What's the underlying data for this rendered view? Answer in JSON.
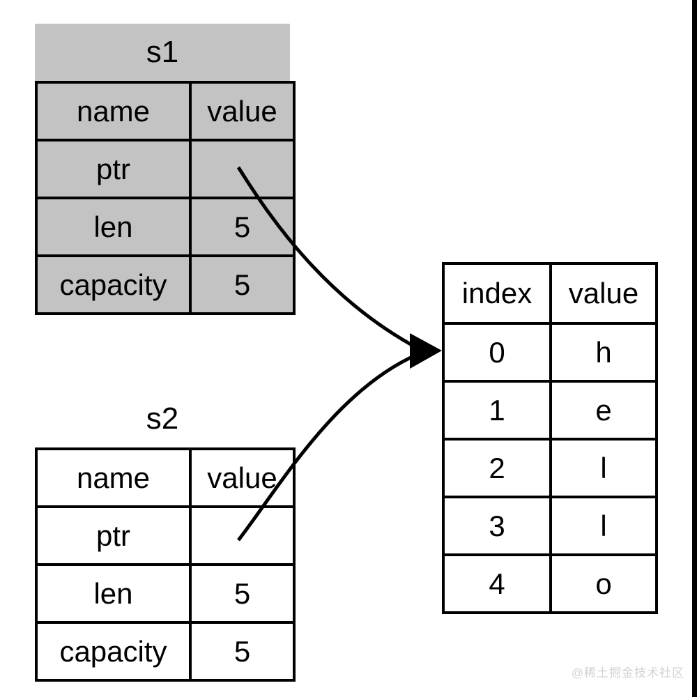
{
  "diagram": {
    "title_s1": "s1",
    "title_s2": "s2",
    "struct_header": {
      "name": "name",
      "value": "value"
    },
    "s1_rows": [
      {
        "name": "ptr",
        "value": ""
      },
      {
        "name": "len",
        "value": "5"
      },
      {
        "name": "capacity",
        "value": "5"
      }
    ],
    "s2_rows": [
      {
        "name": "ptr",
        "value": ""
      },
      {
        "name": "len",
        "value": "5"
      },
      {
        "name": "capacity",
        "value": "5"
      }
    ],
    "data_header": {
      "index": "index",
      "value": "value"
    },
    "data_rows": [
      {
        "index": "0",
        "value": "h"
      },
      {
        "index": "1",
        "value": "e"
      },
      {
        "index": "2",
        "value": "l"
      },
      {
        "index": "3",
        "value": "l"
      },
      {
        "index": "4",
        "value": "o"
      }
    ],
    "arrows": [
      {
        "id": "s1-ptr-to-heap",
        "from": "s1.ptr",
        "to": "data-row-0"
      },
      {
        "id": "s2-ptr-to-heap",
        "from": "s2.ptr",
        "to": "data-row-0"
      }
    ],
    "colors": {
      "shaded_fill": "#c3c3c3",
      "plain_fill": "#ffffff",
      "stroke": "#000000",
      "watermark": "#d2d2d2"
    },
    "watermark": "@稀土掘金技术社区"
  }
}
